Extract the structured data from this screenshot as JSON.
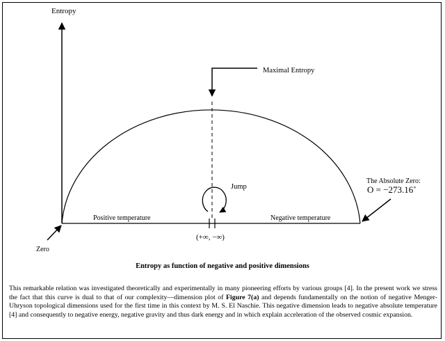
{
  "diagram": {
    "y_axis_label": "Entropy",
    "max_label": "Maximal Entropy",
    "jump_label": "Jump",
    "positive_label": "Positive temperature",
    "negative_label": "Negative temperature",
    "zero_label": "Zero",
    "abs_zero_title": "The Absolute Zero:",
    "abs_zero_value": "O = −273.16˚",
    "infinity_label": "(+∞, −∞)"
  },
  "caption": "Entropy as function of negative and positive dimensions",
  "paragraph": {
    "before": "This remarkable relation was investigated theoretically and experimentally in many pioneering efforts by various groups [4]. In the present work we stress the fact that this curve is dual to that of our complexity—dimension plot of ",
    "bold": "Figure 7(a)",
    "after": " and depends fundamentally on the notion of negative Menger-Uhryson topological dimensions used for the first time in this context by M. S. El Naschie. This negative dimension leads to negative absolute temperature [4] and consequently to negative energy, negative gravity and thus dark energy and in which explain acceleration of the observed cosmic expansion."
  }
}
